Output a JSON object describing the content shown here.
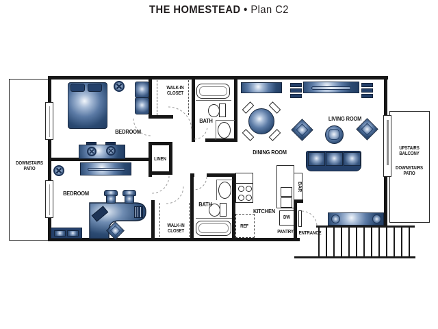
{
  "title": {
    "name": "THE HOMESTEAD",
    "bullet": "•",
    "plan": "Plan C2"
  },
  "labels": {
    "bedroom1": "BEDROOM",
    "bedroom2": "BEDROOM",
    "bath1": "BATH",
    "bath2": "BATH",
    "dining": "DINING ROOM",
    "living": "LIVING ROOM",
    "kitchen": "KITCHEN",
    "walkin1_line1": "WALK-IN",
    "walkin1_line2": "CLOSET",
    "walkin2_line1": "WALK-IN",
    "walkin2_line2": "CLOSET",
    "linen": "LINEN",
    "ref": "REF",
    "dw": "DW",
    "pantry": "PANTRY",
    "bar": "BAR",
    "entrance": "ENTRANCE",
    "patio_left_line1": "DOWNSTAIRS",
    "patio_left_line2": "PATIO",
    "balcony_line1": "UPSTAIRS",
    "balcony_line2": "BALCONY",
    "balcony_line3": "DOWNSTAIRS",
    "balcony_line4": "PATIO"
  },
  "colors": {
    "wall": "#161616",
    "furniture_navy": "#2b4a72",
    "furniture_outline": "#16263e",
    "highlight": "#f2f6fb",
    "text": "#1b1b1b",
    "door_arc": "#9a9a9a"
  }
}
